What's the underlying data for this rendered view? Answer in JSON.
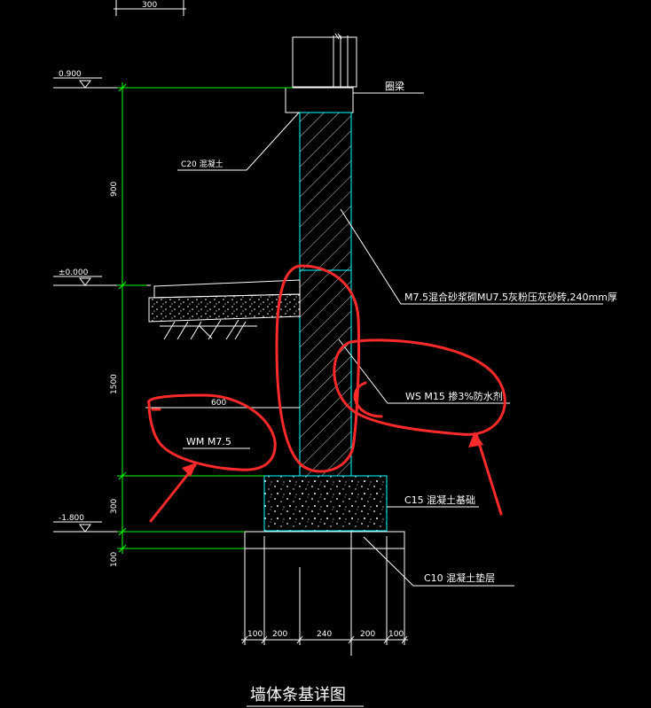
{
  "labels": {
    "top_dim": "300",
    "elev_top": "0.900",
    "elev_zero": "±0.000",
    "elev_bottom": "-1.800",
    "wall_cap": "圈梁",
    "c20": "C20 混凝土",
    "wall_spec": "M7.5混合砂浆砌MU7.5灰粉压灰砂砖,240mm厚",
    "ws": "WS M15  掺3%防水剂",
    "wm": "WM M7.5",
    "wm_dim": "600",
    "c15": "C15  混凝土基础",
    "c10": "C10  混凝土垫层",
    "title": "墙体条基详图"
  },
  "dims_vertical": [
    "900",
    "1500",
    "300",
    "100"
  ],
  "dims_horizontal": [
    "100",
    "200",
    "240",
    "200",
    "100"
  ],
  "colors": {
    "background": "#000000",
    "outline": "#ffffff",
    "wall": "#00ffff",
    "dimension": "#00ff00",
    "annotation": "#ff2a2a"
  }
}
